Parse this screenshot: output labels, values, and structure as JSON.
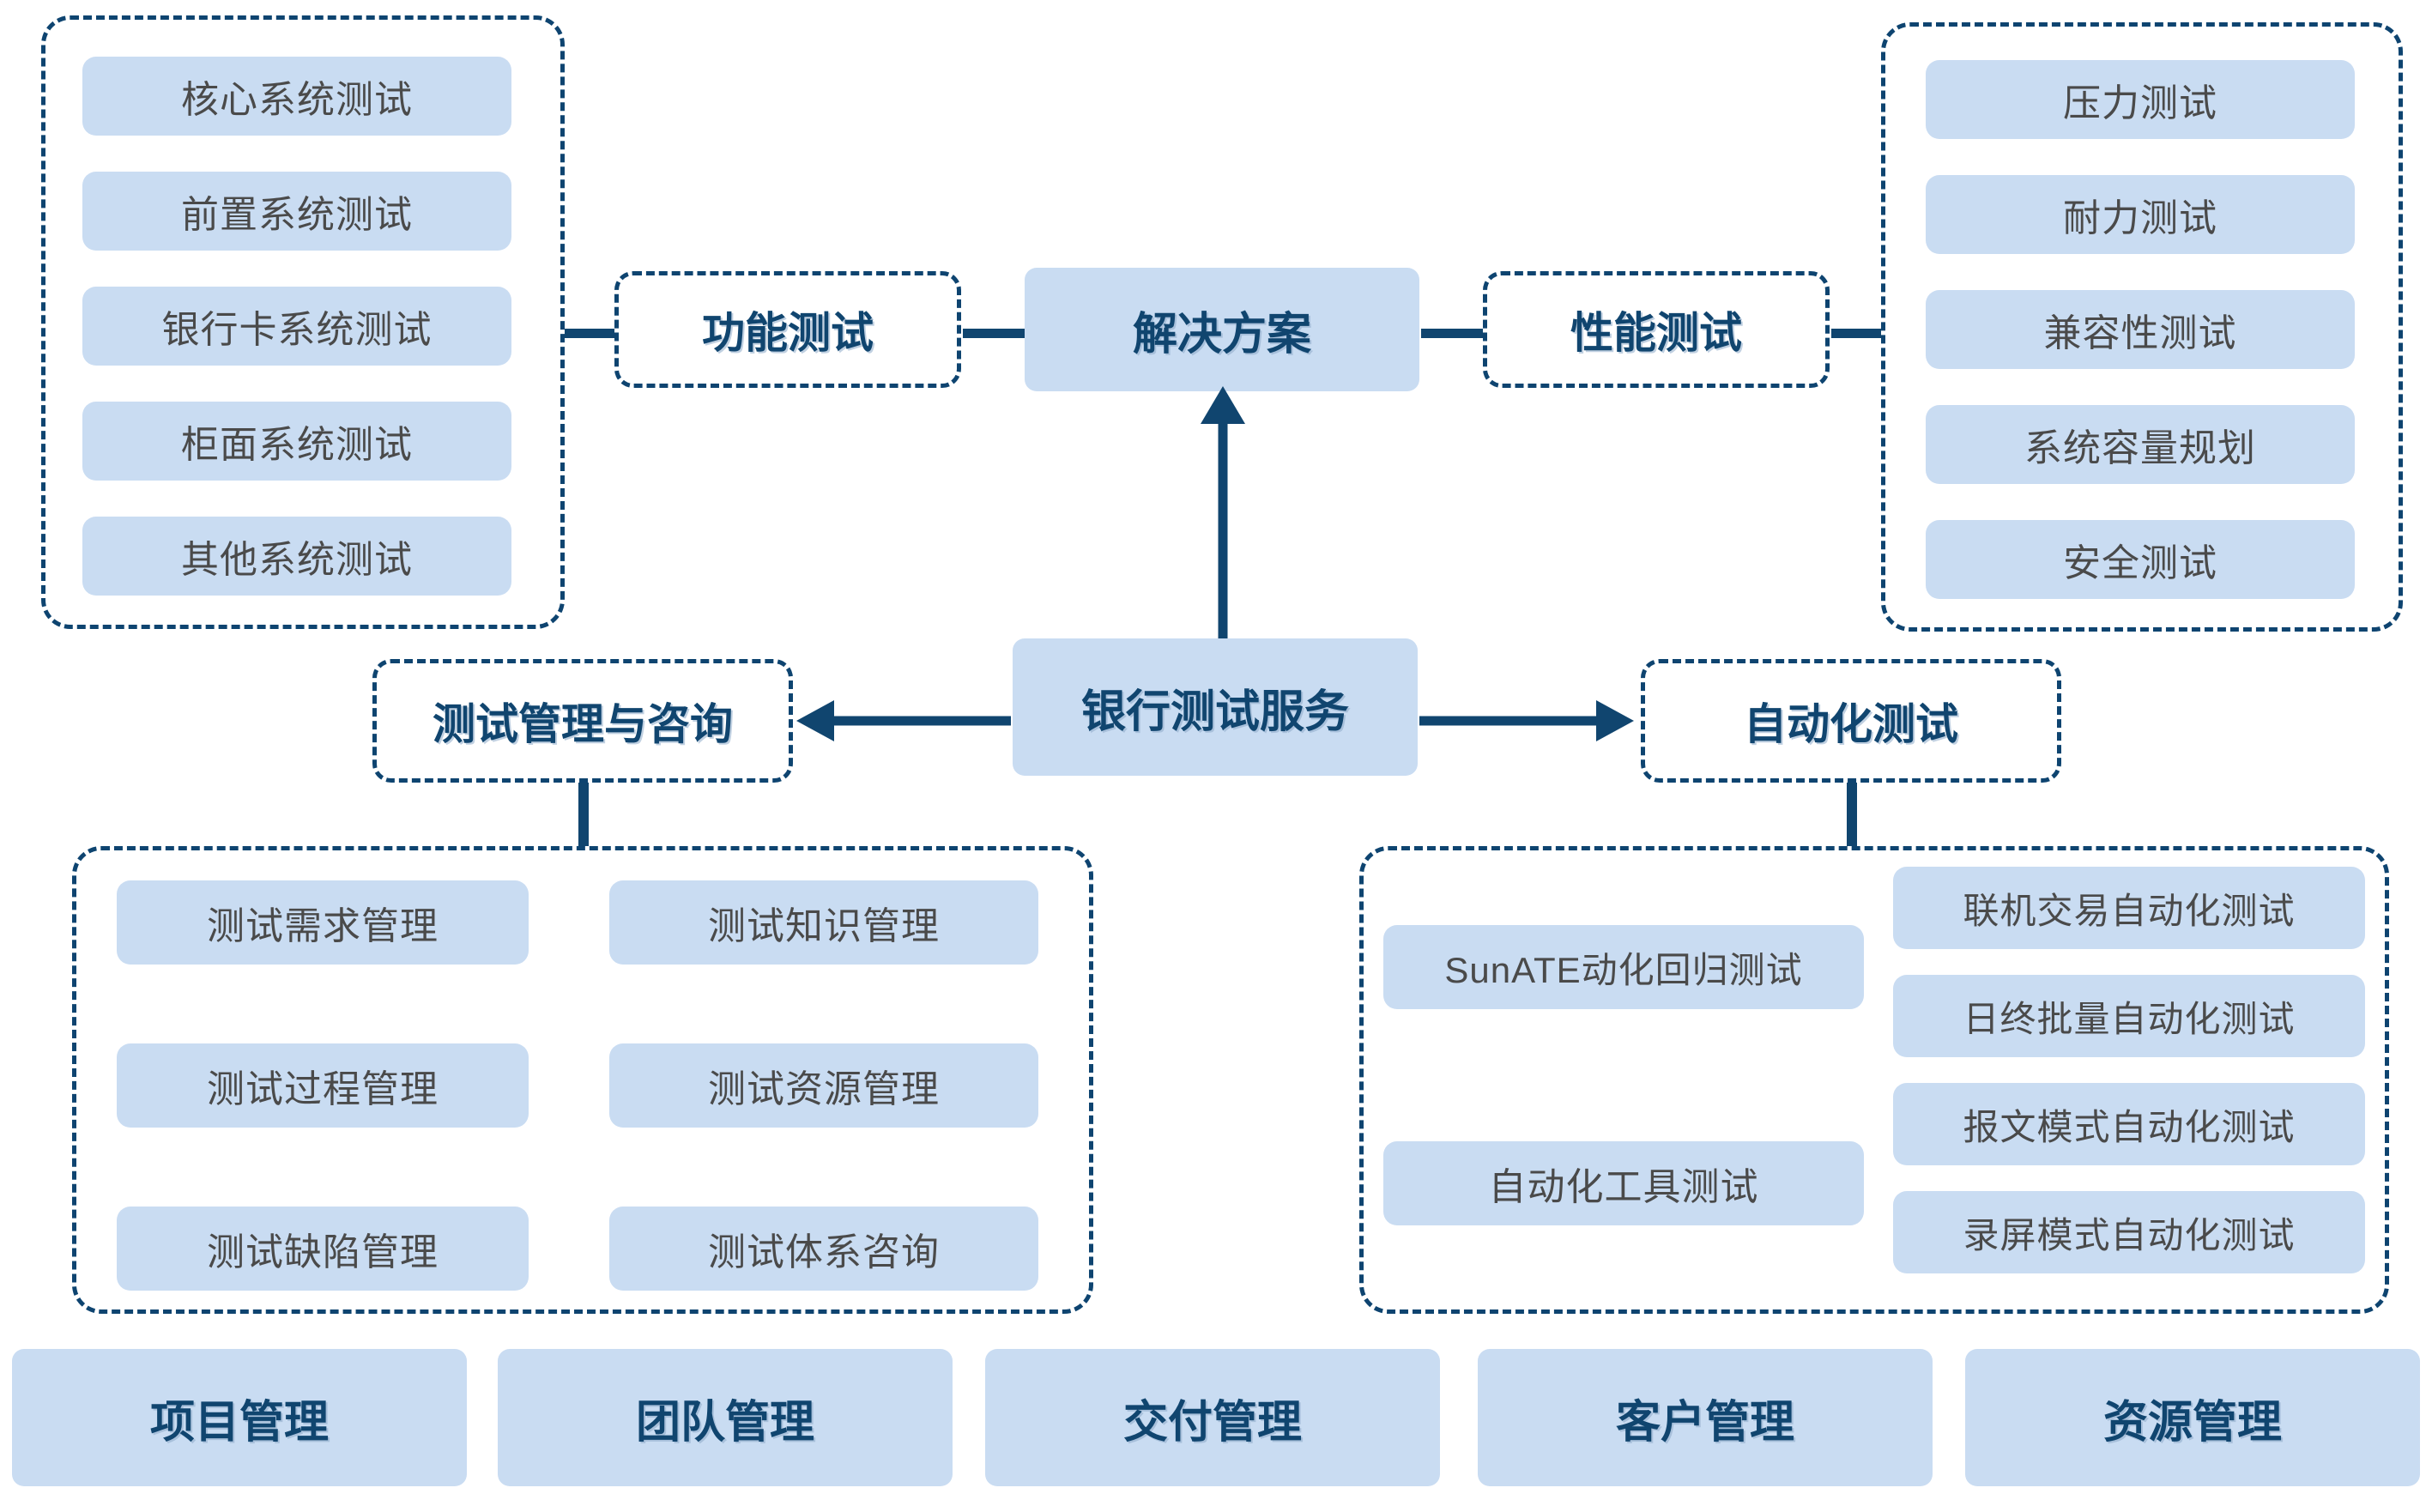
{
  "diagram": {
    "title_node": "解决方案",
    "hub_node": "银行测试服务",
    "branches": {
      "functional": "功能测试",
      "performance": "性能测试",
      "management": "测试管理与咨询",
      "automation": "自动化测试"
    }
  },
  "functional_items": [
    "核心系统测试",
    "前置系统测试",
    "银行卡系统测试",
    "柜面系统测试",
    "其他系统测试"
  ],
  "performance_items": [
    "压力测试",
    "耐力测试",
    "兼容性测试",
    "系统容量规划",
    "安全测试"
  ],
  "management_items_left": [
    "测试需求管理",
    "测试过程管理",
    "测试缺陷管理"
  ],
  "management_items_right": [
    "测试知识管理",
    "测试资源管理",
    "测试体系咨询"
  ],
  "automation_items_left": [
    "SunATE动化回归测试",
    "自动化工具测试"
  ],
  "automation_items_right": [
    "联机交易自动化测试",
    "日终批量自动化测试",
    "报文模式自动化测试",
    "录屏模式自动化测试"
  ],
  "footer_items": [
    "项目管理",
    "团队管理",
    "交付管理",
    "客户管理",
    "资源管理"
  ],
  "colors": {
    "pill_fill": "#c9dcf2",
    "line": "#10456f",
    "node_text": "#10456f",
    "pill_text": "#4a4a4a",
    "background": "#ffffff"
  }
}
